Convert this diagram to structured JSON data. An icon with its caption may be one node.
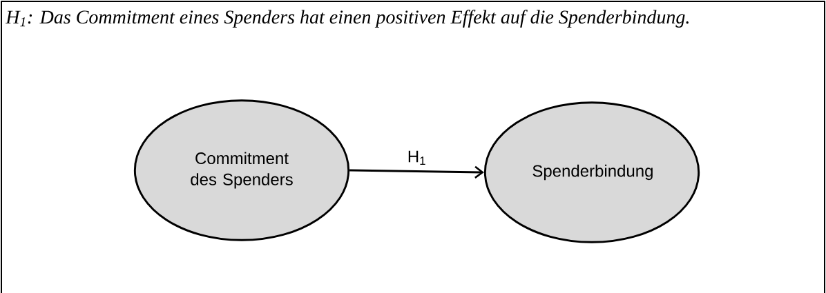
{
  "diagram": {
    "title": "H$_{1}$: Das Commitment eines Spenders hat einen positiven Effekt auf die Spenderbindung.",
    "nodes": [
      {
        "text": [
          "Commitment des Spenders"
        ]
      },
      {
        "text": [
          "Spenderbindung"
        ]
      }
    ],
    "edges": [
      {
        "from": 0,
        "to": 1,
        "arrow": "to",
        "label": "H$_{1}$"
      }
    ]
  }
}
